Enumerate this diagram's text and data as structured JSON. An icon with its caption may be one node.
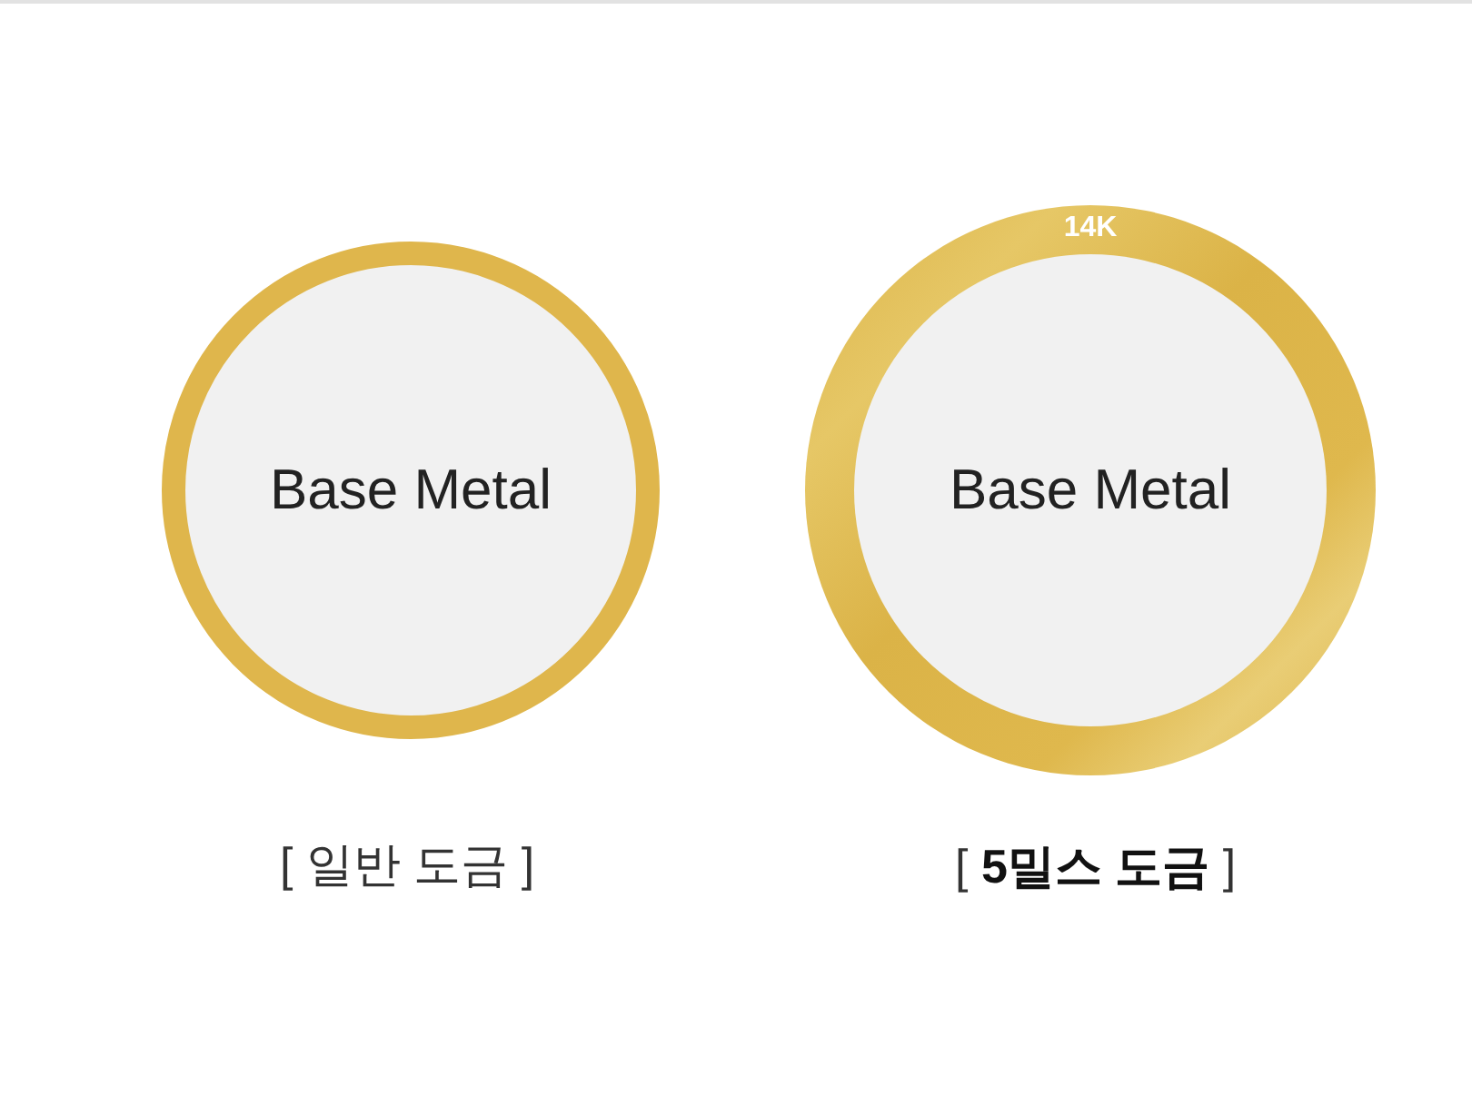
{
  "diagram": {
    "nodes": [
      {
        "text": [
          "Base Metal"
        ],
        "beside": [
          "[ 일반 도금 ]"
        ]
      },
      {
        "text": [
          "14K"
        ],
        "beside": [
          "[ **5밀스 도금** ]"
        ]
      },
      {
        "text": [
          "Base Metal"
        ],
        "in": 1
      }
    ]
  }
}
